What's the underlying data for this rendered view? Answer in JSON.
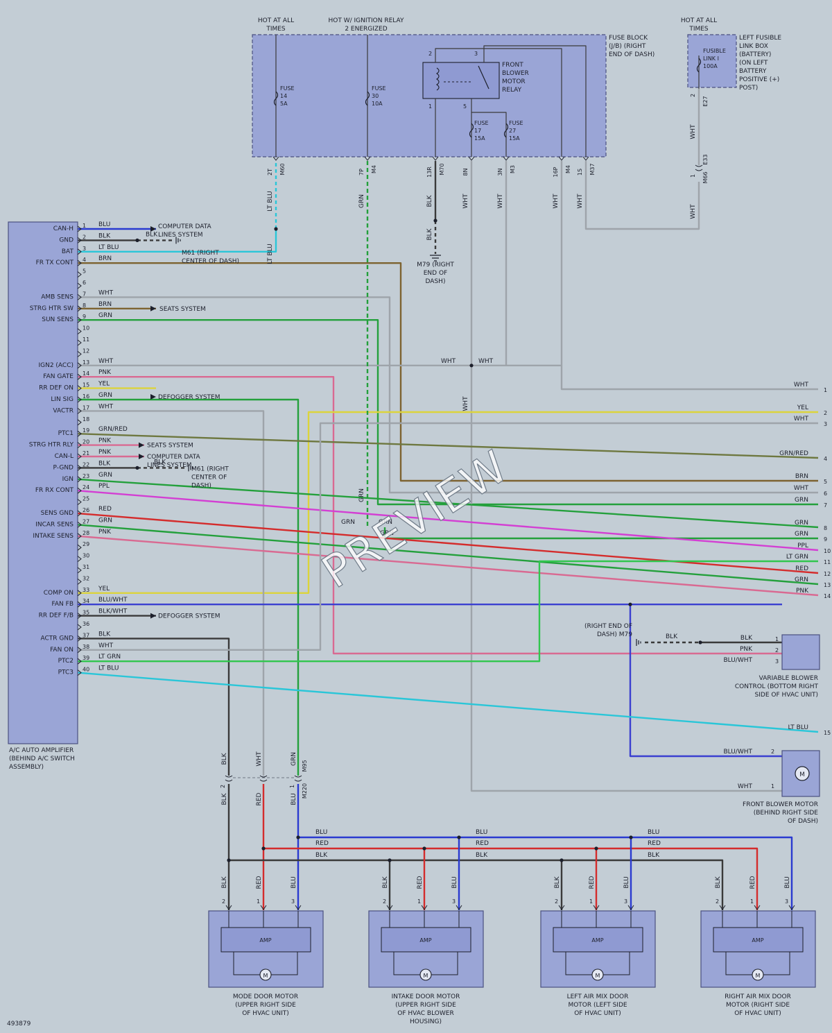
{
  "colors": {
    "BLU": "#2a3ad0",
    "BLK": "#3a3a3a",
    "LT BLU": "#2ac6d8",
    "BRN": "#7d6330",
    "WHT": "#9ea4aa",
    "GRN": "#24a03c",
    "PNK": "#d96a92",
    "YEL": "#dcd43c",
    "GRN/RED": "#6e7840",
    "PPL": "#d33fd3",
    "RED": "#d42c2c",
    "BLU/WHT": "#3a3fd0",
    "BLK/WHT": "#3a3a3a",
    "LT GRN": "#31c64e",
    "box_fill": "#9aa5d6",
    "box_stroke": "#4a5080",
    "page_bg": "#c3cdd5"
  },
  "hot_labels": {
    "hot_at_all_times_1": "HOT AT ALL TIMES",
    "hot_ignition": "HOT W/ IGNITION RELAY 2 ENERGIZED",
    "hot_at_all_times_2": "HOT AT ALL TIMES"
  },
  "fuse_block": {
    "label": "FUSE BLOCK (J/B) (RIGHT END OF DASH)",
    "fuses": [
      {
        "name": "FUSE 14 5A"
      },
      {
        "name": "FUSE 30 10A"
      },
      {
        "name": "FUSE 17 15A"
      },
      {
        "name": "FUSE 27 15A"
      }
    ],
    "relay_label": "FRONT BLOWER MOTOR RELAY",
    "relay_pins": [
      "2",
      "3",
      "1",
      "5"
    ],
    "outputs": [
      {
        "pin": "2T",
        "conn": "M60",
        "wire": "LT BLU"
      },
      {
        "pin": "7P",
        "conn": "M4",
        "wire": "GRN"
      },
      {
        "pin": "13R",
        "conn": "M70",
        "wire": "BLK"
      },
      {
        "pin": "8N",
        "conn": "",
        "wire": "WHT"
      },
      {
        "pin": "3N",
        "conn": "M3",
        "wire": "WHT"
      },
      {
        "pin": "16P",
        "conn": "M4",
        "wire": "WHT"
      },
      {
        "pin": "1S",
        "conn": "M37",
        "wire": "WHT"
      }
    ]
  },
  "fusible_link": {
    "label": "LEFT FUSIBLE LINK BOX (BATTERY) (ON LEFT BATTERY POSITIVE (+) POST)",
    "link": "FUSIBLE LINK I 100A",
    "pin": "2",
    "conn": "E27",
    "pin2": "1",
    "conn2a": "E33",
    "conn2b": "M66"
  },
  "grounds": {
    "m79_top": "M79 (RIGHT END OF DASH)",
    "m61_a": "M61 (RIGHT CENTER OF DASH)",
    "m61_b": "M61 (RIGHT CENTER OF DASH)",
    "m79_right": "(RIGHT END OF DASH) M79"
  },
  "amplifier": {
    "label": "A/C AUTO AMPLIFIER (BEHIND A/C SWITCH ASSEMBLY)",
    "pins": [
      {
        "n": "1",
        "name": "CAN-H",
        "wire": "BLU"
      },
      {
        "n": "2",
        "name": "GND",
        "wire": "BLK"
      },
      {
        "n": "3",
        "name": "BAT",
        "wire": "LT BLU"
      },
      {
        "n": "4",
        "name": "FR TX CONT",
        "wire": "BRN"
      },
      {
        "n": "5",
        "name": "",
        "wire": ""
      },
      {
        "n": "6",
        "name": "",
        "wire": ""
      },
      {
        "n": "7",
        "name": "AMB SENS",
        "wire": "WHT"
      },
      {
        "n": "8",
        "name": "STRG HTR SW",
        "wire": "BRN"
      },
      {
        "n": "9",
        "name": "SUN SENS",
        "wire": "GRN"
      },
      {
        "n": "10",
        "name": "",
        "wire": ""
      },
      {
        "n": "11",
        "name": "",
        "wire": ""
      },
      {
        "n": "12",
        "name": "",
        "wire": ""
      },
      {
        "n": "13",
        "name": "IGN2 (ACC)",
        "wire": "WHT"
      },
      {
        "n": "14",
        "name": "FAN GATE",
        "wire": "PNK"
      },
      {
        "n": "15",
        "name": "RR DEF ON",
        "wire": "YEL"
      },
      {
        "n": "16",
        "name": "LIN SIG",
        "wire": "GRN"
      },
      {
        "n": "17",
        "name": "VACTR",
        "wire": "WHT"
      },
      {
        "n": "18",
        "name": "",
        "wire": ""
      },
      {
        "n": "19",
        "name": "PTC1",
        "wire": "GRN/RED"
      },
      {
        "n": "20",
        "name": "STRG HTR RLY",
        "wire": "PNK"
      },
      {
        "n": "21",
        "name": "CAN-L",
        "wire": "PNK"
      },
      {
        "n": "22",
        "name": "P-GND",
        "wire": "BLK"
      },
      {
        "n": "23",
        "name": "IGN",
        "wire": "GRN"
      },
      {
        "n": "24",
        "name": "FR RX CONT",
        "wire": "PPL"
      },
      {
        "n": "25",
        "name": "",
        "wire": ""
      },
      {
        "n": "26",
        "name": "SENS GND",
        "wire": "RED"
      },
      {
        "n": "27",
        "name": "INCAR SENS",
        "wire": "GRN"
      },
      {
        "n": "28",
        "name": "INTAKE SENS",
        "wire": "PNK"
      },
      {
        "n": "29",
        "name": "",
        "wire": ""
      },
      {
        "n": "30",
        "name": "",
        "wire": ""
      },
      {
        "n": "31",
        "name": "",
        "wire": ""
      },
      {
        "n": "32",
        "name": "",
        "wire": ""
      },
      {
        "n": "33",
        "name": "COMP ON",
        "wire": "YEL"
      },
      {
        "n": "34",
        "name": "FAN FB",
        "wire": "BLU/WHT"
      },
      {
        "n": "35",
        "name": "RR DEF F/B",
        "wire": "BLK/WHT"
      },
      {
        "n": "36",
        "name": "",
        "wire": ""
      },
      {
        "n": "37",
        "name": "ACTR GND",
        "wire": "BLK"
      },
      {
        "n": "38",
        "name": "FAN ON",
        "wire": "WHT"
      },
      {
        "n": "39",
        "name": "PTC2",
        "wire": "LT GRN"
      },
      {
        "n": "40",
        "name": "PTC3",
        "wire": "LT BLU"
      }
    ]
  },
  "system_refs": {
    "computer_data_1": "COMPUTER DATA LINES SYSTEM",
    "seats_1": "SEATS SYSTEM",
    "defogger_1": "DEFOGGER SYSTEM",
    "seats_2": "SEATS SYSTEM",
    "computer_data_2": "COMPUTER DATA LINES SYSTEM",
    "defogger_2": "DEFOGGER SYSTEM"
  },
  "right_terminals": [
    {
      "n": "1",
      "wire": "WHT"
    },
    {
      "n": "2",
      "wire": "YEL"
    },
    {
      "n": "3",
      "wire": "WHT"
    },
    {
      "n": "4",
      "wire": "GRN/RED"
    },
    {
      "n": "5",
      "wire": "BRN"
    },
    {
      "n": "6",
      "wire": "WHT"
    },
    {
      "n": "7",
      "wire": "GRN"
    },
    {
      "n": "8",
      "wire": "GRN"
    },
    {
      "n": "9",
      "wire": "GRN"
    },
    {
      "n": "10",
      "wire": "PPL"
    },
    {
      "n": "11",
      "wire": "LT GRN"
    },
    {
      "n": "12",
      "wire": "RED"
    },
    {
      "n": "13",
      "wire": "GRN"
    },
    {
      "n": "14",
      "wire": "PNK"
    },
    {
      "n": "15",
      "wire": "LT BLU"
    }
  ],
  "blower_control": {
    "label": "VARIABLE BLOWER CONTROL (BOTTOM RIGHT SIDE OF HVAC UNIT)",
    "pins": [
      {
        "n": "1",
        "wire": "BLK"
      },
      {
        "n": "2",
        "wire": "PNK"
      },
      {
        "n": "3",
        "wire": "BLU/WHT"
      }
    ]
  },
  "blower_motor": {
    "label": "FRONT BLOWER MOTOR (BEHIND RIGHT SIDE OF DASH)",
    "symbol": "M",
    "pins": [
      {
        "n": "2",
        "wire": "BLU/WHT"
      },
      {
        "n": "1",
        "wire": "WHT"
      }
    ]
  },
  "junction": {
    "conn1": "M95",
    "conn2": "M220",
    "wires_top": [
      "BLK",
      "WHT",
      "GRN"
    ],
    "pins": [
      "2",
      "",
      "1"
    ],
    "wires_bottom": [
      "BLK",
      "RED",
      "BLU"
    ]
  },
  "bus_labels": [
    "BLU",
    "RED",
    "BLK"
  ],
  "door_motors": [
    {
      "label": "MODE DOOR MOTOR (UPPER RIGHT SIDE OF HVAC UNIT)",
      "amp": "AMP",
      "symbol": "M"
    },
    {
      "label": "INTAKE DOOR MOTOR (UPPER RIGHT SIDE OF HVAC BLOWER HOUSING)",
      "amp": "AMP",
      "symbol": "M"
    },
    {
      "label": "LEFT AIR MIX DOOR MOTOR (LEFT SIDE OF HVAC UNIT)",
      "amp": "AMP",
      "symbol": "M"
    },
    {
      "label": "RIGHT AIR MIX DOOR MOTOR (RIGHT SIDE OF HVAC UNIT)",
      "amp": "AMP",
      "symbol": "M"
    }
  ],
  "motor_pins": [
    {
      "n": "2",
      "wire": "BLK"
    },
    {
      "n": "1",
      "wire": "RED"
    },
    {
      "n": "3",
      "wire": "BLU"
    }
  ],
  "mid_labels": {
    "wht_a": "WHT",
    "wht_b": "WHT",
    "wht_v": "WHT",
    "grn_v": "GRN",
    "grn_a": "GRN",
    "grn_b": "GRN",
    "grn_c": "GRN"
  },
  "watermark": "PREVIEW",
  "figure_id": "493879"
}
